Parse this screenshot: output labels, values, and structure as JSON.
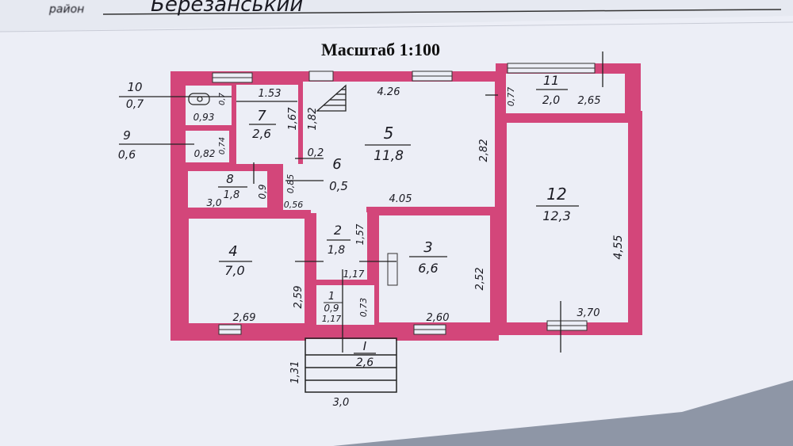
{
  "header": {
    "district_hand": "Березанський",
    "district_printed": "район"
  },
  "scale_title": "Масштаб 1:100",
  "colors": {
    "wall": "#d3467a",
    "paper": "#eceef6",
    "ink": "#1a1a22"
  },
  "rooms": [
    {
      "no": "1",
      "area": "0,9"
    },
    {
      "no": "2",
      "area": "1,8"
    },
    {
      "no": "3",
      "area": "6,6"
    },
    {
      "no": "4",
      "area": "7,0"
    },
    {
      "no": "5",
      "area": "11,8"
    },
    {
      "no": "6",
      "area": "0,5"
    },
    {
      "no": "7",
      "area": "2,6"
    },
    {
      "no": "8",
      "area": "1,8"
    },
    {
      "no": "9",
      "area": "0,6"
    },
    {
      "no": "10",
      "area": "0,7"
    },
    {
      "no": "11",
      "area": "2,0"
    },
    {
      "no": "12",
      "area": "12,3"
    },
    {
      "no": "I",
      "area": "2,6"
    }
  ],
  "dimensions": {
    "d153": "1.53",
    "d426": "4.26",
    "d167": "1,67",
    "d182": "1,82",
    "d02": "0,2",
    "d282": "2,82",
    "d405": "4.05",
    "d085": "0,85",
    "d056": "0,56",
    "d09": "0,9",
    "d30a": "3,0",
    "d157": "1,57",
    "d117a": "1,17",
    "d259": "2,59",
    "d269": "2,69",
    "d073": "0,73",
    "d117b": "1,17",
    "d260": "2,60",
    "d252": "2,52",
    "d370": "3,70",
    "d455": "4,55",
    "d077": "0,77",
    "d265": "2,65",
    "d093": "0,93",
    "d082": "0,82",
    "d07": "0,7",
    "d074": "0,74",
    "d131": "1,31",
    "d30b": "3,0"
  }
}
